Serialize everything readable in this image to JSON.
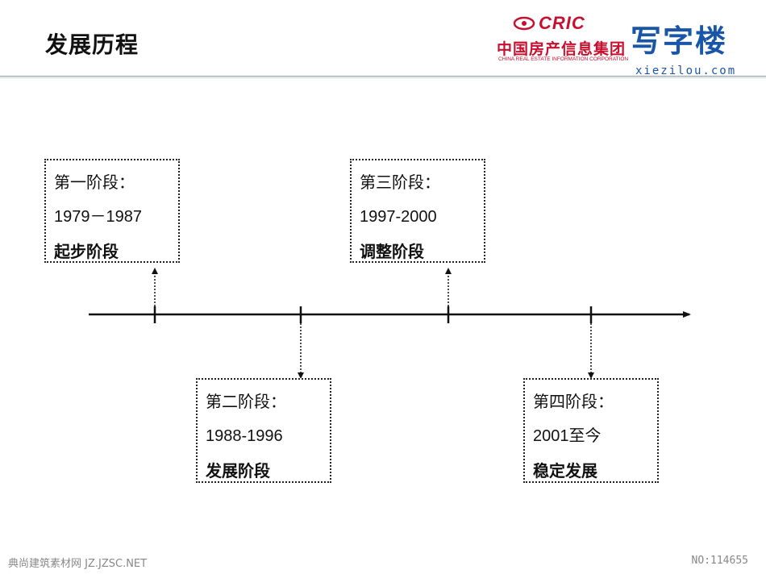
{
  "page": {
    "title": "发展历程"
  },
  "logos": {
    "cric": {
      "word": "CRIC",
      "cn": "中国房产信息集团",
      "en": "CHINA REAL ESTATE INFORMATION CORPORATION",
      "color": "#c8102e"
    },
    "xiezilou": {
      "cn": "写字楼",
      "en": "xiezilou.com",
      "color": "#1a56a8"
    }
  },
  "stages": [
    {
      "name": "第一阶段：",
      "years": "1979－1987",
      "desc": "起步阶段"
    },
    {
      "name": "第二阶段：",
      "years": "1988-1996",
      "desc": "发展阶段"
    },
    {
      "name": "第三阶段：",
      "years": "1997-2000",
      "desc": "调整阶段"
    },
    {
      "name": "第四阶段：",
      "years": "2001至今",
      "desc": "稳定发展"
    }
  ],
  "footer": {
    "left": "典尚建筑素材网 JZ.JZSC.NET",
    "right": "NO:114655"
  }
}
